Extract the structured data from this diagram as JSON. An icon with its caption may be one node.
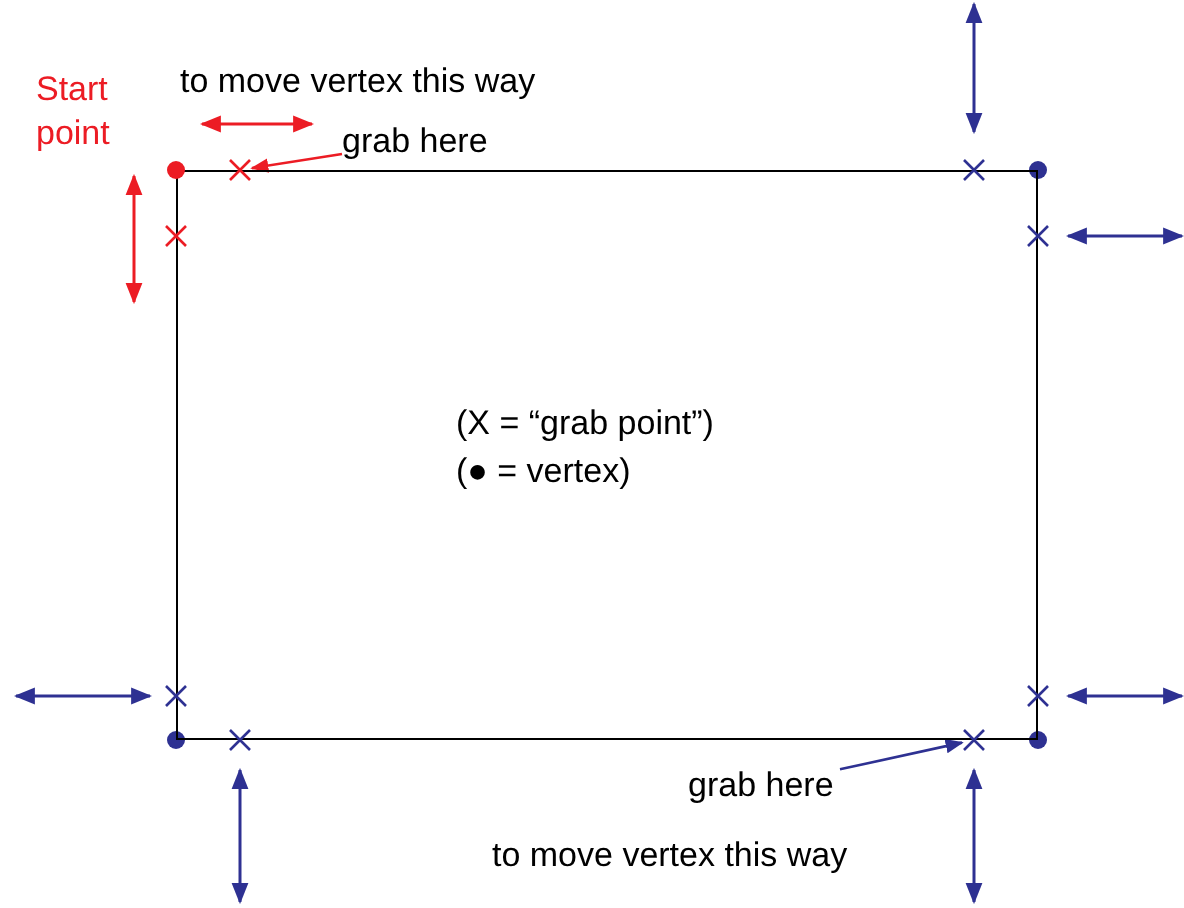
{
  "diagram": {
    "nodes": [
      {
        "text": [
          "(X = “grab point”)",
          "(● = vertex)"
        ]
      },
      {
        "text": [
          "grab here"
        ]
      },
      {
        "text": [],
        "shape": "cross"
      },
      {
        "text": [
          "grab here"
        ]
      },
      {
        "text": [],
        "shape": "cross"
      }
    ],
    "edges": [
      {
        "from": 1,
        "to": 2,
        "arrow": "to",
        "color": "#ec1c24"
      },
      {
        "from": 3,
        "to": 4,
        "arrow": "to",
        "color": "#2e3192"
      }
    ],
    "labels": [
      "Start point",
      "to move vertex this way",
      "to move vertex this way"
    ]
  }
}
